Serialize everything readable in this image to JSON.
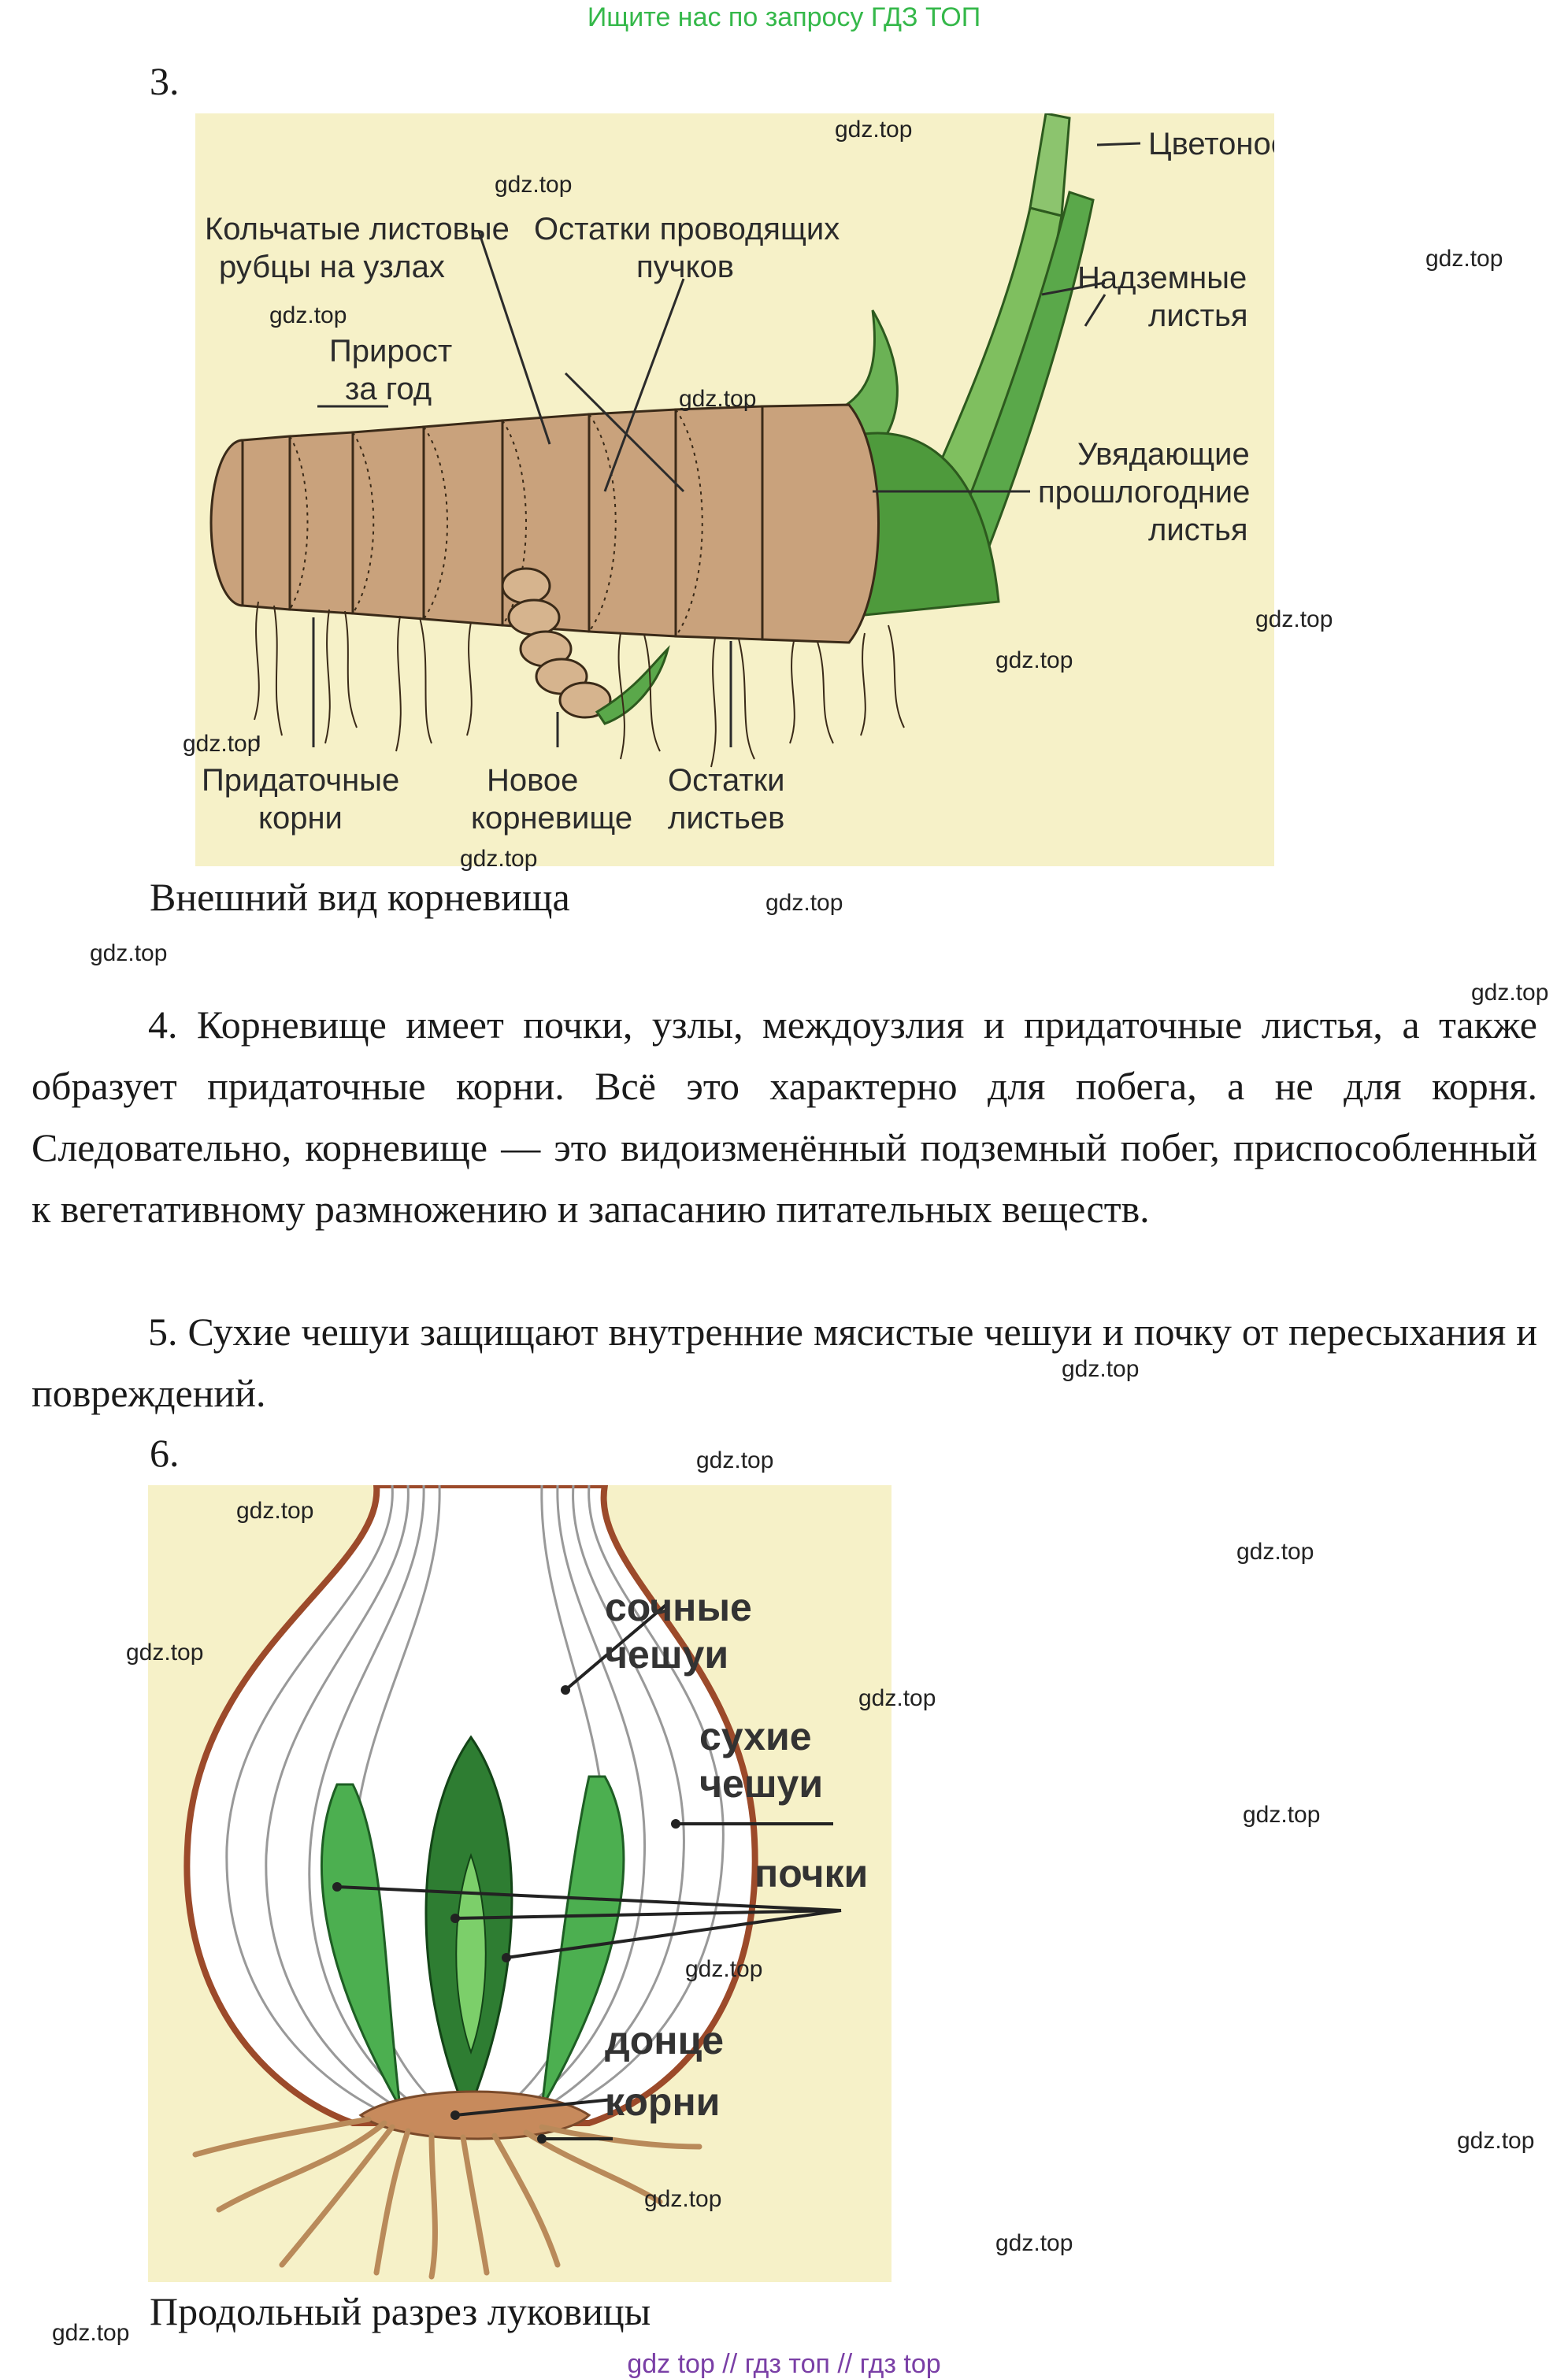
{
  "header": {
    "text": "Ищите нас по запросу ГДЗ ТОП"
  },
  "footer": {
    "text": "gdz top  //  гдз топ  //  гдз top"
  },
  "watermark": "gdz.top",
  "item3": {
    "number": "3.",
    "caption": "Внешний вид корневища",
    "labels": {
      "rings_l1": "Кольчатые листовые",
      "rings_l2": "рубцы на узлах",
      "bundles_l1": "Остатки проводящих",
      "bundles_l2": "пучков",
      "growth_l1": "Прирост",
      "growth_l2": "за год",
      "peduncle": "Цветонос",
      "aerial_l1": "Надземные",
      "aerial_l2": "листья",
      "withered_l1": "Увядающие",
      "withered_l2": "прошлогодние",
      "withered_l3": "листья",
      "roots_l1": "Придаточные",
      "roots_l2": "корни",
      "new_l1": "Новое",
      "new_l2": "корневище",
      "leafrem_l1": "Остатки",
      "leafrem_l2": "листьев"
    }
  },
  "item4": {
    "text": "4. Корневище имеет почки, узлы, междоузлия и придаточные листья, а также образует придаточные корни. Всё это характерно для побега, а не для корня. Следовательно, корневище — это видоизменённый подземный побег, приспособленный к вегетативному размножению и запасанию питательных веществ."
  },
  "item5": {
    "text": "5. Сухие чешуи защищают внутренние мясистые чешуи и почку от пересыхания и повреждений."
  },
  "item6": {
    "number": "6.",
    "caption": "Продольный разрез луковицы",
    "labels": {
      "juicy_l1": "сочные",
      "juicy_l2": "чешуи",
      "dry_l1": "сухие",
      "dry_l2": "чешуи",
      "buds": "почки",
      "base": "донце",
      "roots": "корни"
    }
  },
  "colors": {
    "header": "#35b84a",
    "footer": "#7a3fa6",
    "figure_bg": "#f6f1c8",
    "rhizome": "#c9a27c",
    "leaf_green": "#5aa84a",
    "bulb_outline": "#9c4a2a"
  }
}
